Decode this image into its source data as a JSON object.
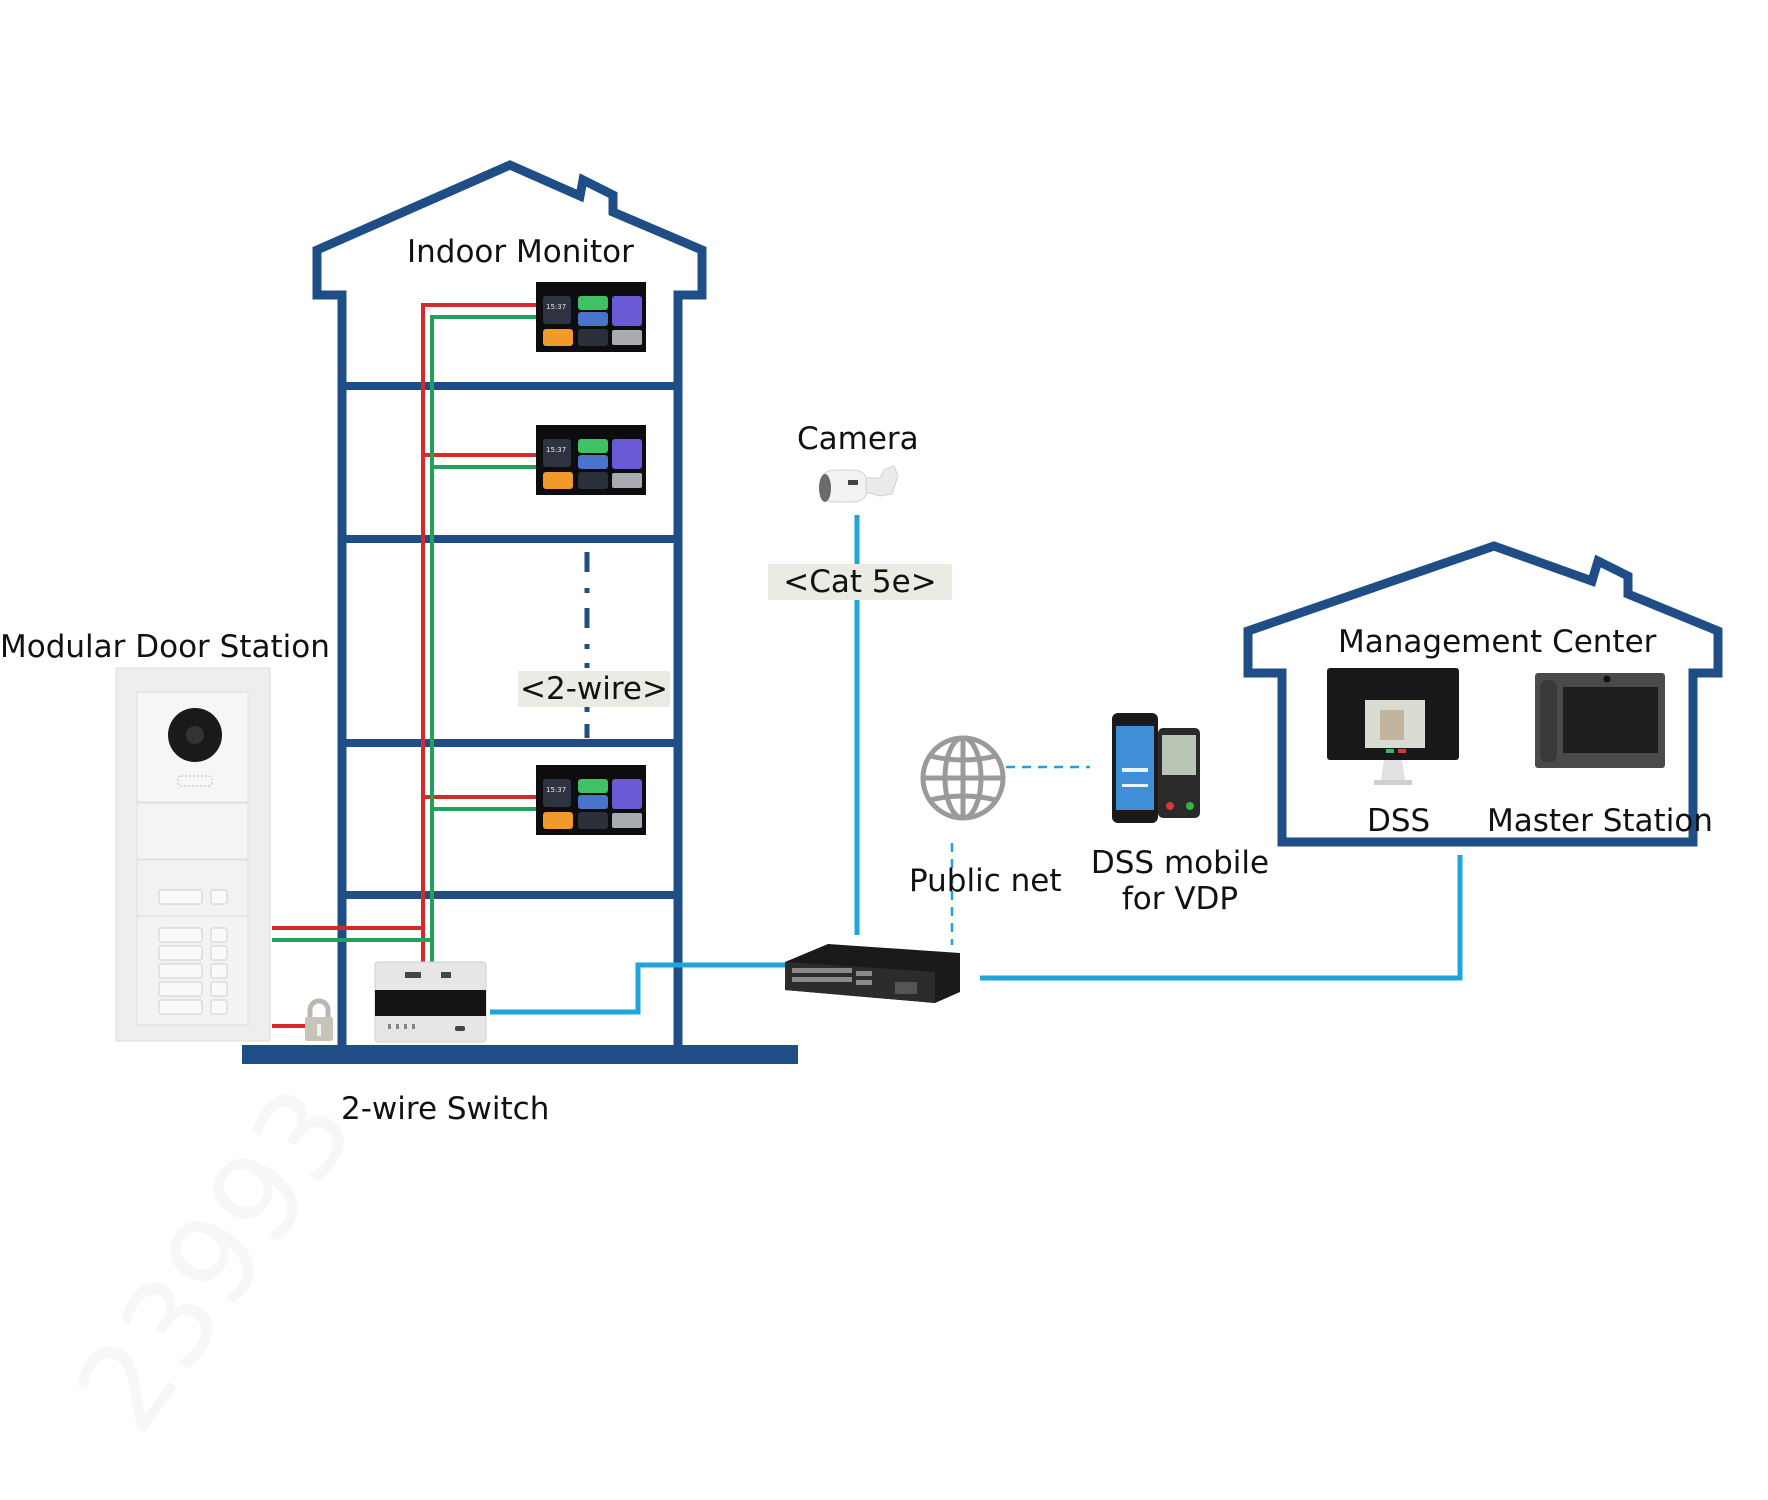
{
  "diagram": {
    "title": "2-wire video door phone system topology",
    "colors": {
      "building": "#1f4e87",
      "wire_red": "#d42a2a",
      "wire_green": "#21a15a",
      "ethernet": "#1ea6d8",
      "label_bg": "#ecebe3",
      "globe": "#9a9a9a"
    },
    "labels": {
      "indoor_monitor": "Indoor Monitor",
      "modular_door_station": "Modular Door Station",
      "two_wire_tag": "<2-wire>",
      "two_wire_switch": "2-wire Switch",
      "camera": "Camera",
      "cat5e_tag": "<Cat 5e>",
      "public_net": "Public net",
      "dss_mobile_line1": "DSS mobile",
      "dss_mobile_line2": "for VDP",
      "management_center": "Management Center",
      "dss": "DSS",
      "master_station": "Master Station"
    },
    "monitor_screen_time": "15:37",
    "nodes": [
      {
        "id": "indoor-monitor-1",
        "type": "indoor monitor"
      },
      {
        "id": "indoor-monitor-2",
        "type": "indoor monitor"
      },
      {
        "id": "indoor-monitor-3",
        "type": "indoor monitor"
      },
      {
        "id": "door-station",
        "type": "modular door station"
      },
      {
        "id": "lock",
        "type": "door lock"
      },
      {
        "id": "two-wire-switch",
        "type": "2-wire switch"
      },
      {
        "id": "poe-switch",
        "type": "network switch"
      },
      {
        "id": "camera",
        "type": "bullet camera"
      },
      {
        "id": "globe",
        "type": "public network"
      },
      {
        "id": "mobile",
        "type": "smartphone app"
      },
      {
        "id": "dss",
        "type": "DSS workstation"
      },
      {
        "id": "master-station",
        "type": "master station"
      }
    ],
    "connections": [
      {
        "from": "door-station",
        "to": "two-wire-switch",
        "medium": "2-wire"
      },
      {
        "from": "door-station",
        "to": "lock",
        "medium": "2-wire"
      },
      {
        "from": "two-wire-switch",
        "to": "indoor-monitor-1",
        "medium": "2-wire"
      },
      {
        "from": "two-wire-switch",
        "to": "indoor-monitor-2",
        "medium": "2-wire"
      },
      {
        "from": "two-wire-switch",
        "to": "indoor-monitor-3",
        "medium": "2-wire"
      },
      {
        "from": "two-wire-switch",
        "to": "poe-switch",
        "medium": "Cat 5e"
      },
      {
        "from": "camera",
        "to": "poe-switch",
        "medium": "Cat 5e"
      },
      {
        "from": "poe-switch",
        "to": "globe",
        "medium": "dashed"
      },
      {
        "from": "globe",
        "to": "mobile",
        "medium": "dashed"
      },
      {
        "from": "poe-switch",
        "to": "management-center",
        "medium": "Cat 5e"
      }
    ]
  }
}
